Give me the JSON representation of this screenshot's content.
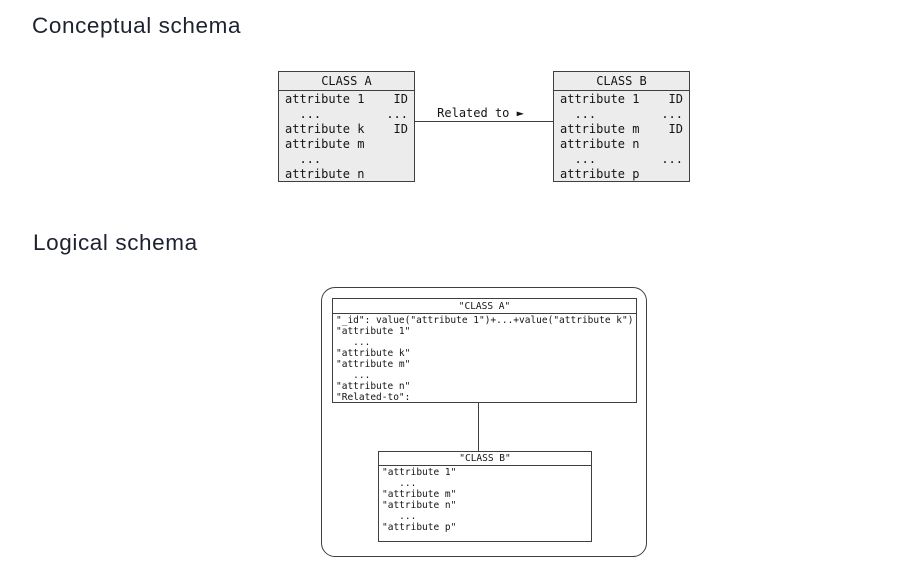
{
  "colors": {
    "heading_text": "#1e2230",
    "box_fill": "#ececec",
    "line": "#3f3f3f",
    "mono_text": "#141414",
    "background": "#ffffff"
  },
  "conceptual": {
    "title": "Conceptual schema",
    "relation_label": "Related to ►",
    "class_a": {
      "title": "CLASS A",
      "rows": [
        {
          "left": "attribute 1",
          "right": "ID"
        },
        {
          "left": "  ...",
          "right": "..."
        },
        {
          "left": "attribute k",
          "right": "ID"
        },
        {
          "left": "attribute m",
          "right": ""
        },
        {
          "left": "  ...",
          "right": ""
        },
        {
          "left": "attribute n",
          "right": ""
        }
      ]
    },
    "class_b": {
      "title": "CLASS B",
      "rows": [
        {
          "left": "attribute 1",
          "right": "ID"
        },
        {
          "left": "  ...",
          "right": "..."
        },
        {
          "left": "attribute m",
          "right": "ID"
        },
        {
          "left": "attribute n",
          "right": ""
        },
        {
          "left": "  ...",
          "right": "..."
        },
        {
          "left": "attribute p",
          "right": ""
        }
      ]
    }
  },
  "logical": {
    "title": "Logical schema",
    "class_a": {
      "title": "\"CLASS A\"",
      "lines": [
        "\"_id\": value(\"attribute 1\")+...+value(\"attribute k\")",
        "\"attribute 1\"",
        "   ...",
        "\"attribute k\"",
        "\"attribute m\"",
        "   ...",
        "\"attribute n\"",
        "\"Related-to\":"
      ]
    },
    "class_b": {
      "title": "\"CLASS B\"",
      "lines": [
        "\"attribute 1\"",
        "   ...",
        "\"attribute m\"",
        "\"attribute n\"",
        "   ...",
        "\"attribute p\""
      ]
    }
  }
}
